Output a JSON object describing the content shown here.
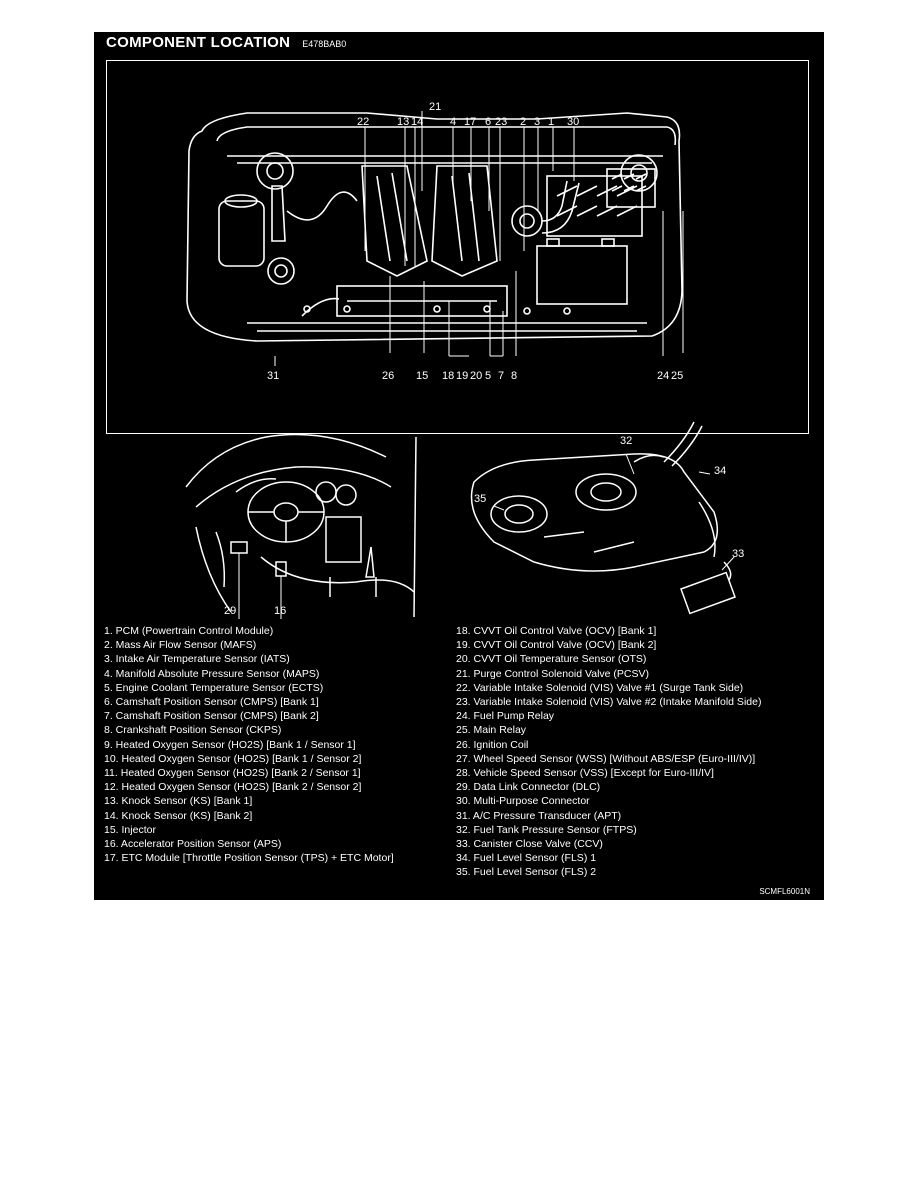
{
  "header": {
    "title": "COMPONENT LOCATION",
    "code": "E478BAB0"
  },
  "callouts": {
    "engine_top": [
      "21",
      "22",
      "13",
      "14",
      "4",
      "17",
      "6",
      "23",
      "2",
      "3",
      "1",
      "30"
    ],
    "engine_bottom": [
      "31",
      "26",
      "15",
      "18",
      "19",
      "20",
      "5",
      "7",
      "8",
      "24",
      "25"
    ],
    "dashboard": [
      "29",
      "16"
    ],
    "fuel_tank": [
      "32",
      "34",
      "35",
      "33"
    ]
  },
  "legend": {
    "left": [
      "1. PCM (Powertrain Control Module)",
      "2. Mass Air Flow Sensor (MAFS)",
      "3. Intake Air Temperature Sensor (IATS)",
      "4. Manifold Absolute Pressure Sensor (MAPS)",
      "5. Engine Coolant Temperature Sensor (ECTS)",
      "6. Camshaft Position Sensor (CMPS) [Bank 1]",
      "7. Camshaft Position Sensor (CMPS) [Bank 2]",
      "8. Crankshaft Position Sensor (CKPS)",
      "9. Heated Oxygen Sensor (HO2S) [Bank 1 / Sensor 1]",
      "10. Heated Oxygen Sensor (HO2S) [Bank 1 / Sensor 2]",
      "11. Heated Oxygen Sensor (HO2S) [Bank 2 / Sensor 1]",
      "12. Heated Oxygen Sensor (HO2S) [Bank 2 / Sensor 2]",
      "13. Knock Sensor (KS) [Bank 1]",
      "14. Knock Sensor (KS) [Bank 2]",
      "15. Injector",
      "16. Accelerator Position Sensor (APS)",
      "17. ETC Module [Throttle Position Sensor (TPS) + ETC Motor]"
    ],
    "right": [
      "18. CVVT Oil Control Valve (OCV) [Bank 1]",
      "19. CVVT Oil Control Valve (OCV) [Bank 2]",
      "20. CVVT Oil Temperature Sensor (OTS)",
      "21. Purge Control Solenoid Valve (PCSV)",
      "22. Variable Intake Solenoid (VIS) Valve #1 (Surge Tank Side)",
      "23. Variable Intake Solenoid (VIS) Valve #2 (Intake Manifold Side)",
      "24. Fuel Pump Relay",
      "25. Main Relay",
      "26. Ignition Coil",
      "27. Wheel Speed Sensor (WSS) [Without ABS/ESP (Euro-III/IV)]",
      "28. Vehicle Speed Sensor (VSS) [Except for Euro-III/IV]",
      "29. Data Link Connector (DLC)",
      "30. Multi-Purpose Connector",
      "31. A/C Pressure Transducer (APT)",
      "32. Fuel Tank Pressure Sensor (FTPS)",
      "33. Canister Close Valve (CCV)",
      "34. Fuel Level Sensor (FLS) 1",
      "35. Fuel Level Sensor (FLS) 2"
    ]
  },
  "figure_code": "SCMFL6001N"
}
